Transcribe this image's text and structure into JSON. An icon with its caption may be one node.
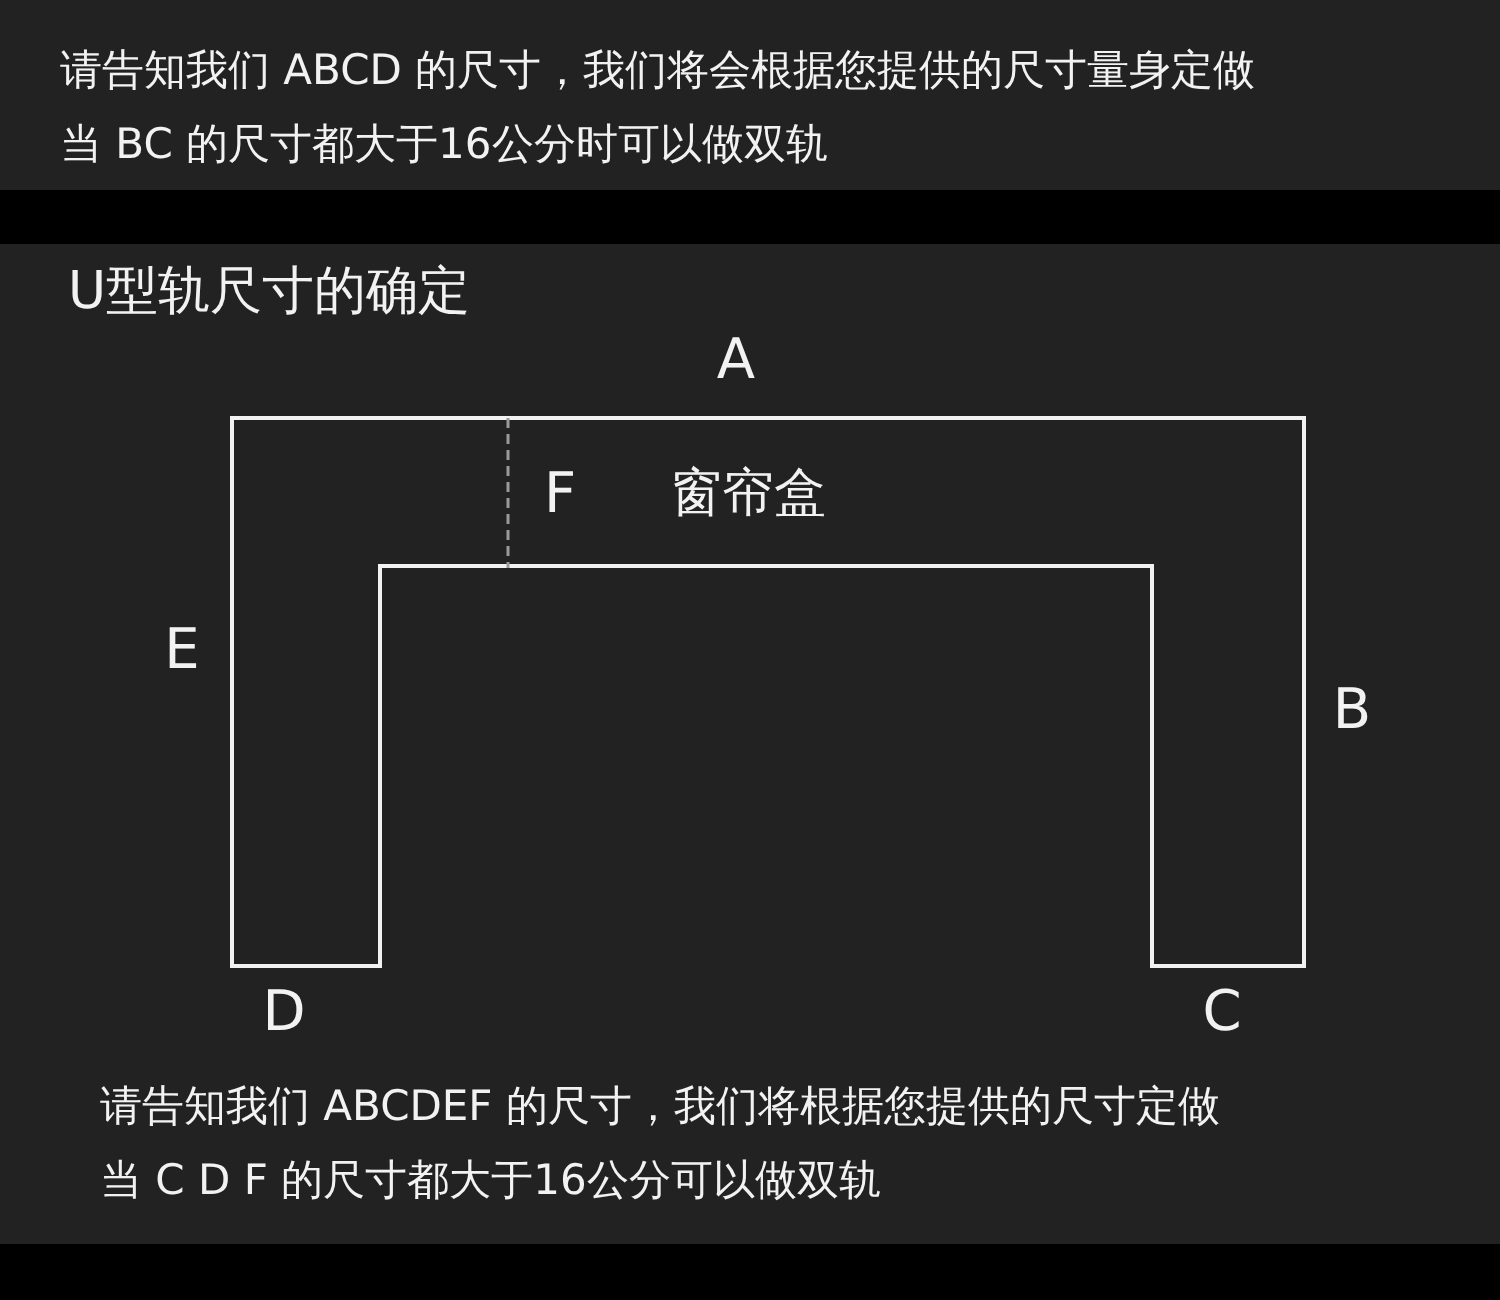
{
  "diagram": {
    "title": "U型轨尺寸的确定",
    "nodes": [
      {
        "text": [
          "窗帘盒"
        ]
      }
    ],
    "labels": [
      "请告知我们 ABCD 的尺寸，我们将会根据您提供的尺寸量身定做",
      "当 BC 的尺寸都大于16公分时可以做双轨",
      "A",
      "F",
      "E",
      "B",
      "D",
      "C",
      "请告知我们 ABCDEF 的尺寸，我们将根据您提供的尺寸定做",
      "当 C D F 的尺寸都大于16公分可以做双轨"
    ]
  }
}
